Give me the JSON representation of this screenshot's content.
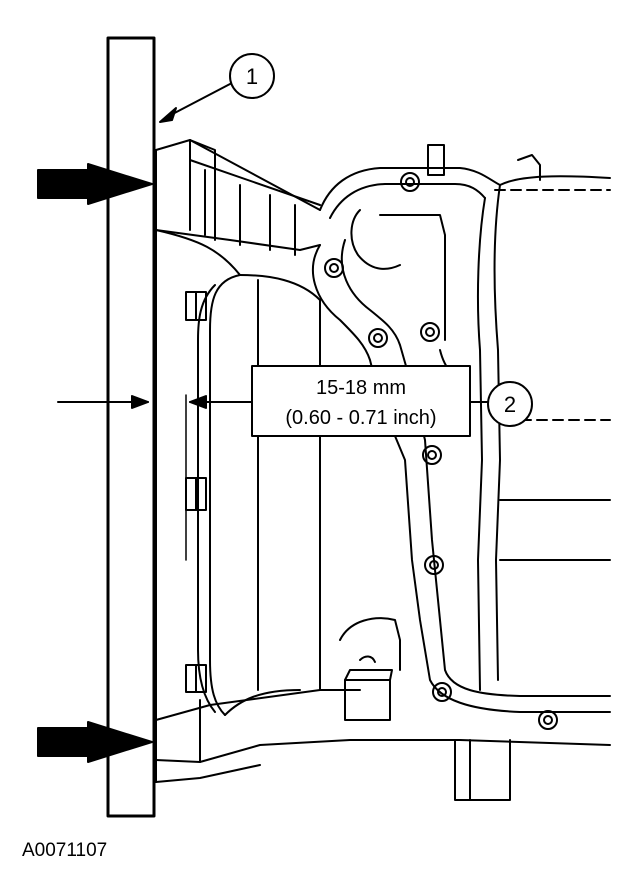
{
  "figure_id": "A0071107",
  "callouts": [
    {
      "number": "1"
    },
    {
      "number": "2"
    }
  ],
  "measurement": {
    "line1": "15-18 mm",
    "line2": "(0.60 - 0.71 inch)"
  },
  "colors": {
    "ink": "#000000",
    "paper": "#ffffff"
  }
}
